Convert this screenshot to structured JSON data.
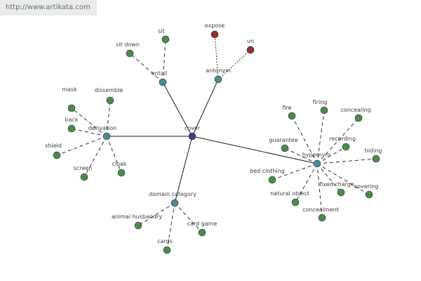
{
  "watermark": "http://www.artikata.com",
  "colors": {
    "center": "#3d3f8a",
    "category": "#4a8a8e",
    "leaf": "#4b8a4a",
    "antonym_leaf": "#8e2f2f",
    "edge": "#1a1a1a"
  },
  "graph": {
    "center": "cover",
    "groups": [
      {
        "label": "derivation",
        "leaves": [
          "mask",
          "dissemble",
          "back",
          "shield",
          "screen",
          "cloak"
        ]
      },
      {
        "label": "entail",
        "leaves": [
          "sit",
          "sit down"
        ]
      },
      {
        "label": "antonym",
        "leaves": [
          "expose",
          "un"
        ]
      },
      {
        "label": "domain category",
        "leaves": [
          "animal husbandry",
          "card game",
          "cards"
        ]
      },
      {
        "label": "hypernym",
        "leaves": [
          "fire",
          "firing",
          "concealing",
          "recording",
          "hiding",
          "guarantee",
          "bed clothing",
          "natural object",
          "fixed charge",
          "covering",
          "concealment"
        ]
      }
    ]
  }
}
